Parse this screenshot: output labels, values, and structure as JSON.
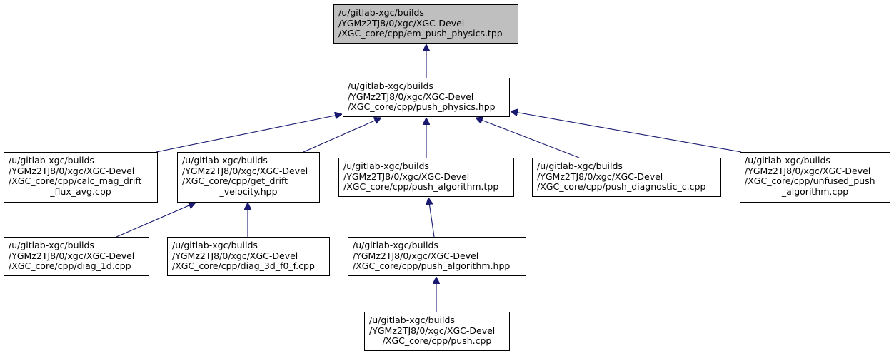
{
  "graph": {
    "edge_color": "#191970",
    "root_fill": "#bfbfbf",
    "nodes": {
      "em_push_physics": {
        "lines": [
          "/u/gitlab-xgc/builds",
          "/YGMz2TJ8/0/xgc/XGC-Devel",
          "/XGC_core/cpp/em_push_physics.tpp"
        ]
      },
      "push_physics": {
        "lines": [
          "/u/gitlab-xgc/builds",
          "/YGMz2TJ8/0/xgc/XGC-Devel",
          "/XGC_core/cpp/push_physics.hpp"
        ]
      },
      "calc_mag_drift": {
        "lines": [
          "/u/gitlab-xgc/builds",
          "/YGMz2TJ8/0/xgc/XGC-Devel",
          "/XGC_core/cpp/calc_mag_drift",
          "_flux_avg.cpp"
        ]
      },
      "get_drift_velocity": {
        "lines": [
          "/u/gitlab-xgc/builds",
          "/YGMz2TJ8/0/xgc/XGC-Devel",
          "/XGC_core/cpp/get_drift",
          "_velocity.hpp"
        ]
      },
      "push_algorithm_tpp": {
        "lines": [
          "/u/gitlab-xgc/builds",
          "/YGMz2TJ8/0/xgc/XGC-Devel",
          "/XGC_core/cpp/push_algorithm.tpp"
        ]
      },
      "push_diagnostic_c": {
        "lines": [
          "/u/gitlab-xgc/builds",
          "/YGMz2TJ8/0/xgc/XGC-Devel",
          "/XGC_core/cpp/push_diagnostic_c.cpp"
        ]
      },
      "unfused_push_algorithm": {
        "lines": [
          "/u/gitlab-xgc/builds",
          "/YGMz2TJ8/0/xgc/XGC-Devel",
          "/XGC_core/cpp/unfused_push",
          "_algorithm.cpp"
        ]
      },
      "diag_1d": {
        "lines": [
          "/u/gitlab-xgc/builds",
          "/YGMz2TJ8/0/xgc/XGC-Devel",
          "/XGC_core/cpp/diag_1d.cpp"
        ]
      },
      "diag_3d_f0_f": {
        "lines": [
          "/u/gitlab-xgc/builds",
          "/YGMz2TJ8/0/xgc/XGC-Devel",
          "/XGC_core/cpp/diag_3d_f0_f.cpp"
        ]
      },
      "push_algorithm_hpp": {
        "lines": [
          "/u/gitlab-xgc/builds",
          "/YGMz2TJ8/0/xgc/XGC-Devel",
          "/XGC_core/cpp/push_algorithm.hpp"
        ]
      },
      "push_cpp": {
        "lines": [
          "/u/gitlab-xgc/builds",
          "/YGMz2TJ8/0/xgc/XGC-Devel",
          "/XGC_core/cpp/push.cpp"
        ]
      }
    },
    "edges": [
      {
        "from": "push_physics",
        "to": "em_push_physics"
      },
      {
        "from": "calc_mag_drift",
        "to": "push_physics"
      },
      {
        "from": "get_drift_velocity",
        "to": "push_physics"
      },
      {
        "from": "push_algorithm_tpp",
        "to": "push_physics"
      },
      {
        "from": "push_diagnostic_c",
        "to": "push_physics"
      },
      {
        "from": "unfused_push_algorithm",
        "to": "push_physics"
      },
      {
        "from": "diag_1d",
        "to": "get_drift_velocity"
      },
      {
        "from": "diag_3d_f0_f",
        "to": "get_drift_velocity"
      },
      {
        "from": "push_algorithm_hpp",
        "to": "push_algorithm_tpp"
      },
      {
        "from": "push_cpp",
        "to": "push_algorithm_hpp"
      }
    ]
  }
}
